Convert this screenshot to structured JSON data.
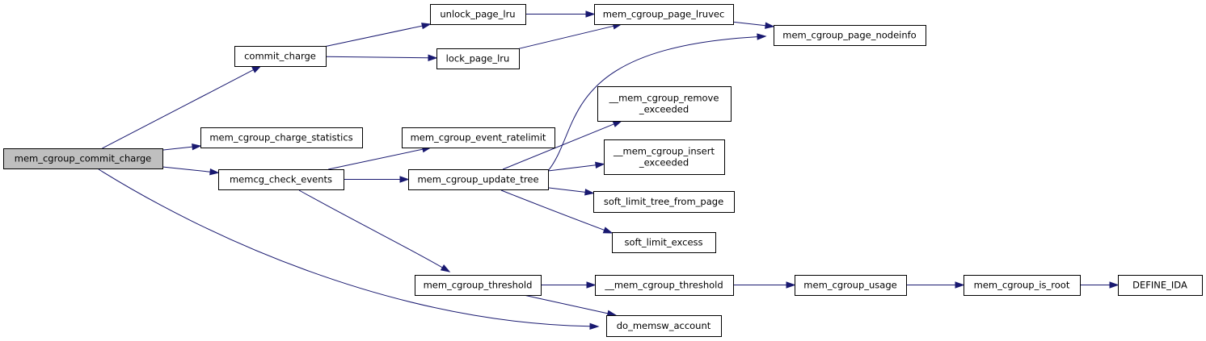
{
  "colors": {
    "edge": "#191970",
    "node_fill": "#ffffff",
    "root_fill": "#bfbfbf",
    "border": "#000000"
  },
  "nodes": [
    {
      "id": "mem_cgroup_commit_charge",
      "lines": [
        "mem_cgroup_commit_charge"
      ],
      "highlight": true
    },
    {
      "id": "commit_charge",
      "lines": [
        "commit_charge"
      ]
    },
    {
      "id": "mem_cgroup_charge_statistics",
      "lines": [
        "mem_cgroup_charge_statistics"
      ]
    },
    {
      "id": "memcg_check_events",
      "lines": [
        "memcg_check_events"
      ]
    },
    {
      "id": "unlock_page_lru",
      "lines": [
        "unlock_page_lru"
      ]
    },
    {
      "id": "lock_page_lru",
      "lines": [
        "lock_page_lru"
      ]
    },
    {
      "id": "mem_cgroup_event_ratelimit",
      "lines": [
        "mem_cgroup_event_ratelimit"
      ]
    },
    {
      "id": "mem_cgroup_update_tree",
      "lines": [
        "mem_cgroup_update_tree"
      ]
    },
    {
      "id": "mem_cgroup_threshold",
      "lines": [
        "mem_cgroup_threshold"
      ]
    },
    {
      "id": "mem_cgroup_page_lruvec",
      "lines": [
        "mem_cgroup_page_lruvec"
      ]
    },
    {
      "id": "mem_cgroup_page_nodeinfo",
      "lines": [
        "mem_cgroup_page_nodeinfo"
      ]
    },
    {
      "id": "__mem_cgroup_remove_exceeded",
      "lines": [
        "__mem_cgroup_remove",
        "_exceeded"
      ]
    },
    {
      "id": "__mem_cgroup_insert_exceeded",
      "lines": [
        "__mem_cgroup_insert",
        "_exceeded"
      ]
    },
    {
      "id": "soft_limit_tree_from_page",
      "lines": [
        "soft_limit_tree_from_page"
      ]
    },
    {
      "id": "soft_limit_excess",
      "lines": [
        "soft_limit_excess"
      ]
    },
    {
      "id": "__mem_cgroup_threshold",
      "lines": [
        "__mem_cgroup_threshold"
      ]
    },
    {
      "id": "do_memsw_account",
      "lines": [
        "do_memsw_account"
      ]
    },
    {
      "id": "mem_cgroup_usage",
      "lines": [
        "mem_cgroup_usage"
      ]
    },
    {
      "id": "mem_cgroup_is_root",
      "lines": [
        "mem_cgroup_is_root"
      ]
    },
    {
      "id": "DEFINE_IDA",
      "lines": [
        "DEFINE_IDA"
      ]
    }
  ],
  "edges": [
    {
      "from": "mem_cgroup_commit_charge",
      "to": "commit_charge"
    },
    {
      "from": "mem_cgroup_commit_charge",
      "to": "mem_cgroup_charge_statistics"
    },
    {
      "from": "mem_cgroup_commit_charge",
      "to": "memcg_check_events"
    },
    {
      "from": "mem_cgroup_commit_charge",
      "to": "do_memsw_account"
    },
    {
      "from": "commit_charge",
      "to": "unlock_page_lru"
    },
    {
      "from": "commit_charge",
      "to": "lock_page_lru"
    },
    {
      "from": "unlock_page_lru",
      "to": "mem_cgroup_page_lruvec"
    },
    {
      "from": "lock_page_lru",
      "to": "mem_cgroup_page_lruvec"
    },
    {
      "from": "mem_cgroup_page_lruvec",
      "to": "mem_cgroup_page_nodeinfo"
    },
    {
      "from": "memcg_check_events",
      "to": "mem_cgroup_event_ratelimit"
    },
    {
      "from": "memcg_check_events",
      "to": "mem_cgroup_update_tree"
    },
    {
      "from": "memcg_check_events",
      "to": "mem_cgroup_threshold"
    },
    {
      "from": "mem_cgroup_update_tree",
      "to": "mem_cgroup_page_nodeinfo"
    },
    {
      "from": "mem_cgroup_update_tree",
      "to": "__mem_cgroup_remove_exceeded"
    },
    {
      "from": "mem_cgroup_update_tree",
      "to": "__mem_cgroup_insert_exceeded"
    },
    {
      "from": "mem_cgroup_update_tree",
      "to": "soft_limit_tree_from_page"
    },
    {
      "from": "mem_cgroup_update_tree",
      "to": "soft_limit_excess"
    },
    {
      "from": "mem_cgroup_threshold",
      "to": "__mem_cgroup_threshold"
    },
    {
      "from": "mem_cgroup_threshold",
      "to": "do_memsw_account"
    },
    {
      "from": "__mem_cgroup_threshold",
      "to": "mem_cgroup_usage"
    },
    {
      "from": "mem_cgroup_usage",
      "to": "mem_cgroup_is_root"
    },
    {
      "from": "mem_cgroup_is_root",
      "to": "DEFINE_IDA"
    }
  ]
}
